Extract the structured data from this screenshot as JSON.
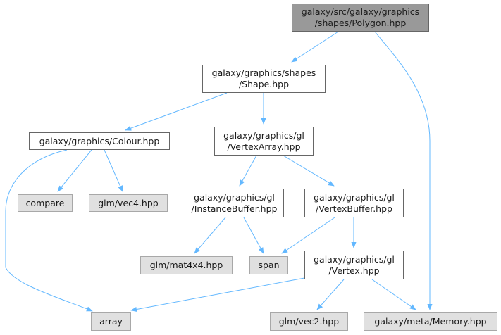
{
  "colors": {
    "edge": "#63b8ff",
    "source_fill": "#999999",
    "external_fill": "#e0e0e0"
  },
  "nodes": {
    "polygon": {
      "line1": "galaxy/src/galaxy/graphics",
      "line2": "/shapes/Polygon.hpp"
    },
    "shape": {
      "line1": "galaxy/graphics/shapes",
      "line2": "/Shape.hpp"
    },
    "colour": {
      "line1": "galaxy/graphics/Colour.hpp"
    },
    "vertex_array": {
      "line1": "galaxy/graphics/gl",
      "line2": "/VertexArray.hpp"
    },
    "compare": {
      "line1": "compare"
    },
    "vec4": {
      "line1": "glm/vec4.hpp"
    },
    "instance_buffer": {
      "line1": "galaxy/graphics/gl",
      "line2": "/InstanceBuffer.hpp"
    },
    "vertex_buffer": {
      "line1": "galaxy/graphics/gl",
      "line2": "/VertexBuffer.hpp"
    },
    "mat4x4": {
      "line1": "glm/mat4x4.hpp"
    },
    "span": {
      "line1": "span"
    },
    "vertex": {
      "line1": "galaxy/graphics/gl",
      "line2": "/Vertex.hpp"
    },
    "array": {
      "line1": "array"
    },
    "vec2": {
      "line1": "glm/vec2.hpp"
    },
    "memory": {
      "line1": "galaxy/meta/Memory.hpp"
    }
  }
}
